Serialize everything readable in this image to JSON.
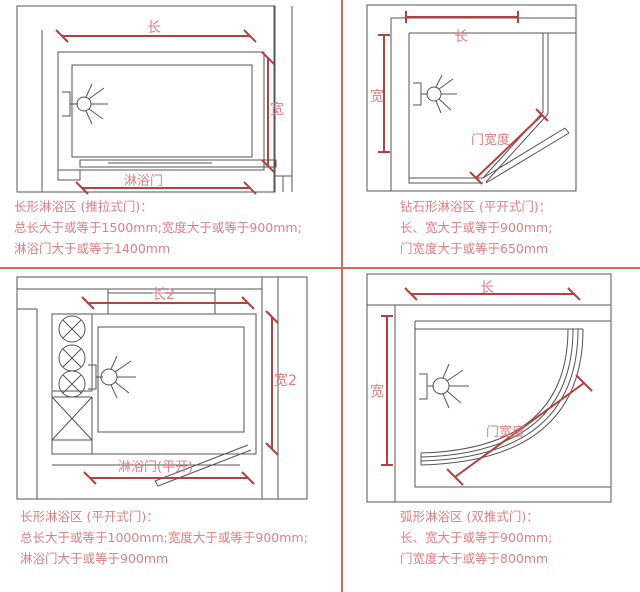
{
  "colors": {
    "dimension_line": "#b5403f",
    "caption_text": "#e07e82",
    "divider": "#d9685f",
    "plan_line": "#555555",
    "background": "#ffffff"
  },
  "panels": [
    {
      "id": "rectangular-sliding",
      "position": "top-left",
      "caption": {
        "title": "长形淋浴区 (推拉式门)：",
        "line2": "总长大于或等于1500mm;宽度大于或等于900mm;",
        "line3": "淋浴门大于或等于1400mm"
      },
      "labels": {
        "length": "长",
        "width": "宽",
        "door": "淋浴门"
      }
    },
    {
      "id": "diamond-swing",
      "position": "top-right",
      "caption": {
        "title": "钻石形淋浴区 (平开式门)：",
        "line2": "长、宽大于或等于900mm;",
        "line3": "门宽度大于或等于650mm"
      },
      "labels": {
        "length": "长",
        "width": "宽",
        "door_width": "门宽度"
      }
    },
    {
      "id": "rectangular-swing",
      "position": "bottom-left",
      "caption": {
        "title": "长形淋浴区 (平开式门)：",
        "line2": "总长大于或等于1000mm;宽度大于或等于900mm;",
        "line3": "淋浴门大于或等于900mm"
      },
      "labels": {
        "length": "长2",
        "width": "宽2",
        "door": "淋浴门(平开)"
      }
    },
    {
      "id": "curved-double-sliding",
      "position": "bottom-right",
      "caption": {
        "title": "弧形淋浴区 (双推式门)：",
        "line2": "长、宽大于或等于900mm;",
        "line3": "门宽度大于或等于800mm"
      },
      "labels": {
        "length": "长",
        "width": "宽",
        "door_width": "门宽度"
      }
    }
  ]
}
